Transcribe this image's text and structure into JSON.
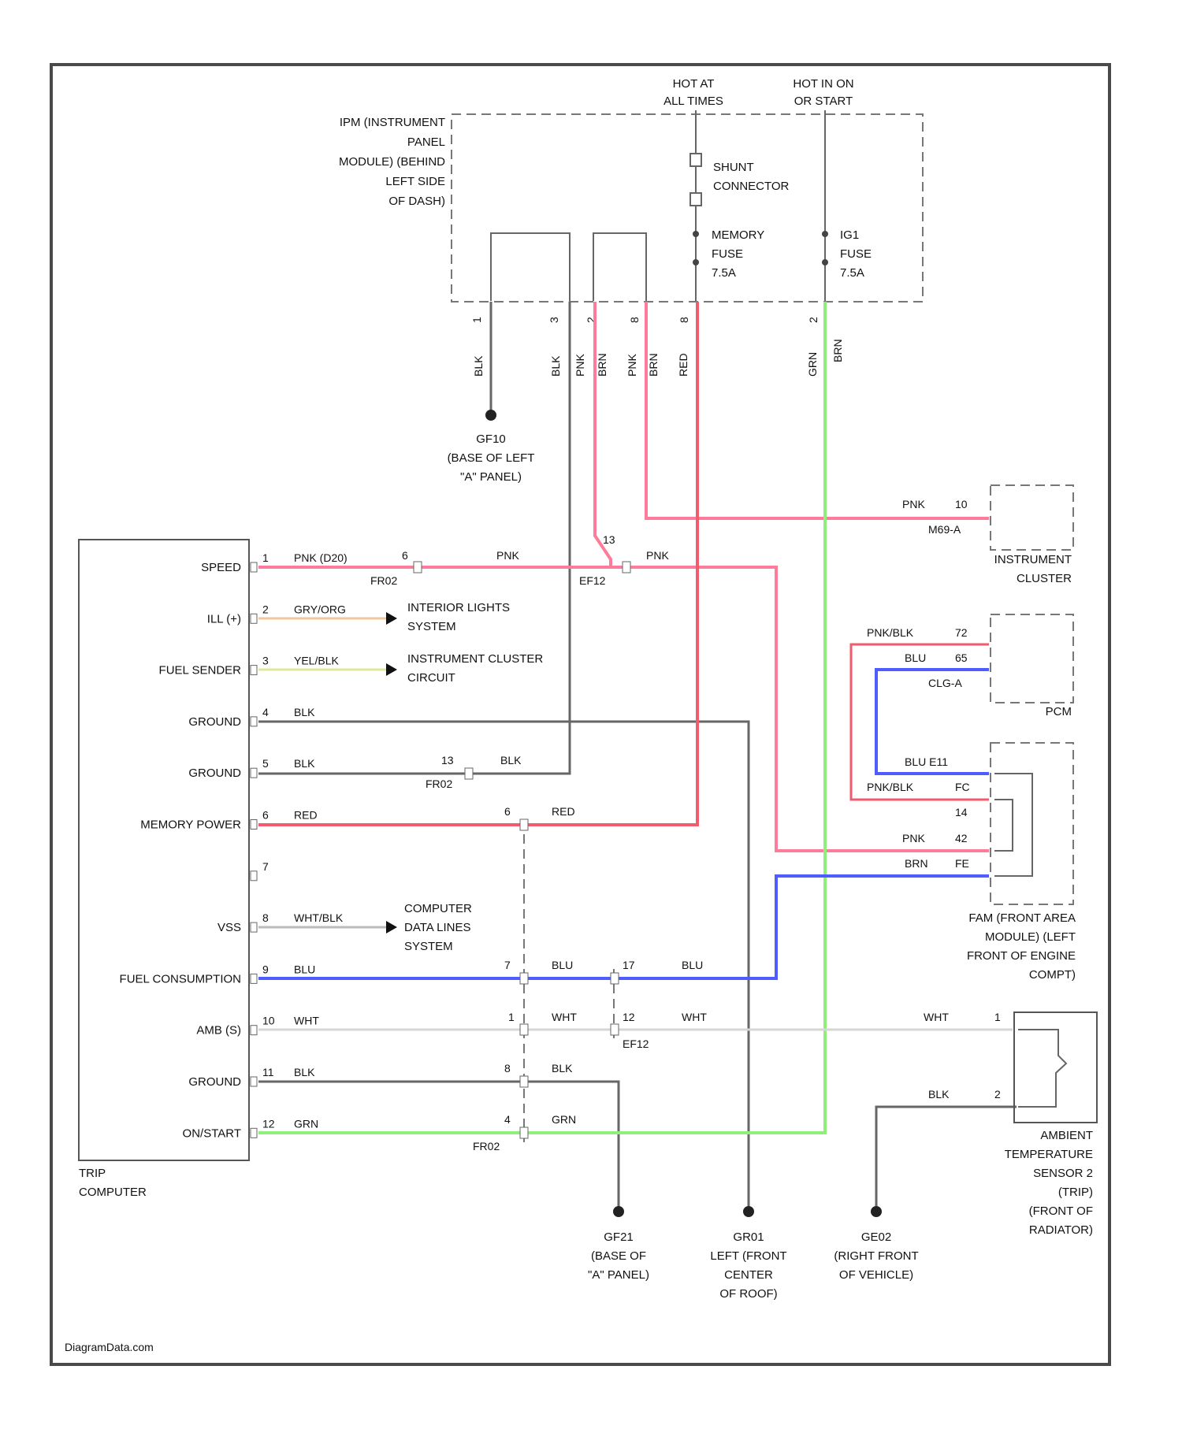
{
  "ipm": {
    "name": [
      "IPM (INSTRUMENT",
      "PANEL",
      "MODULE) (BEHIND",
      "LEFT SIDE",
      "OF DASH)"
    ],
    "hot_at": [
      "HOT AT",
      "ALL TIMES"
    ],
    "hot_in": [
      "HOT IN ON",
      "OR START"
    ],
    "shunt": [
      "SHUNT",
      "CONNECTOR"
    ],
    "memory_fuse": [
      "MEMORY",
      "FUSE",
      "7.5A"
    ],
    "ign_fuse": [
      "IG1",
      "FUSE",
      "7.5A"
    ],
    "pins": [
      "1",
      "3",
      "2",
      "8",
      "8",
      "2"
    ],
    "wires": [
      "BLK",
      "BLK",
      "PNK",
      "BRN",
      "PNK",
      "BRN",
      "RED",
      "GRN",
      "BRN"
    ]
  },
  "grounds": {
    "gf10": [
      "GF10",
      "(BASE OF LEFT",
      "\"A\" PANEL)"
    ],
    "gf21": [
      "GF21",
      "(BASE OF",
      "\"A\" PANEL)"
    ],
    "gr01": [
      "GR01",
      "LEFT (FRONT",
      "CENTER",
      "OF ROOF)"
    ],
    "ge02": [
      "GE02",
      "(RIGHT FRONT",
      "OF VEHICLE)"
    ]
  },
  "trip_computer": {
    "name": [
      "TRIP",
      "COMPUTER"
    ],
    "pins": [
      {
        "label": "SPEED",
        "num": "1",
        "wire": "PNK (D20)"
      },
      {
        "label": "ILL (+)",
        "num": "2",
        "wire": "GRY/ORG"
      },
      {
        "label": "FUEL SENDER",
        "num": "3",
        "wire": "YEL/BLK"
      },
      {
        "label": "GROUND",
        "num": "4",
        "wire": "BLK"
      },
      {
        "label": "GROUND",
        "num": "5",
        "wire": "BLK"
      },
      {
        "label": "MEMORY POWER",
        "num": "6",
        "wire": "RED"
      },
      {
        "label": "",
        "num": "7",
        "wire": ""
      },
      {
        "label": "VSS",
        "num": "8",
        "wire": "WHT/BLK"
      },
      {
        "label": "FUEL CONSUMPTION",
        "num": "9",
        "wire": "BLU"
      },
      {
        "label": "AMB (S)",
        "num": "10",
        "wire": "WHT"
      },
      {
        "label": "GROUND",
        "num": "11",
        "wire": "BLK"
      },
      {
        "label": "ON/START",
        "num": "12",
        "wire": "GRN"
      }
    ]
  },
  "refs": {
    "interior_lights": [
      "INTERIOR LIGHTS",
      "SYSTEM"
    ],
    "instrument_cluster_circuit": [
      "INSTRUMENT CLUSTER",
      "CIRCUIT"
    ],
    "computer_data": [
      "COMPUTER",
      "DATA LINES",
      "SYSTEM"
    ]
  },
  "connectors": {
    "fr02": "FR02",
    "ef12": "EF12",
    "speed_pin": "6",
    "ground_pin": "13",
    "mem_pin": "6",
    "fuel_pin": "7",
    "amb_pin": "1",
    "gnd2_pin": "8",
    "on_pin": "4",
    "ef_fuel_pin": "17",
    "ef_amb_pin": "12",
    "splice_pin": "13",
    "pnk_a": "PNK",
    "pnk_b": "PNK",
    "red2": "RED",
    "blk2": "BLK",
    "blu2": "BLU",
    "blu3": "BLU",
    "wht2": "WHT",
    "wht3": "WHT",
    "blk3": "BLK",
    "grn2": "GRN"
  },
  "instrument_cluster": {
    "name": [
      "INSTRUMENT",
      "CLUSTER"
    ],
    "wire": "PNK",
    "pin": "10",
    "conn": "M69-A"
  },
  "pcm": {
    "name": "PCM",
    "wires": [
      {
        "wire": "PNK/BLK",
        "pin": "72"
      },
      {
        "wire": "BLU",
        "pin": "65"
      }
    ],
    "conn": "CLG-A"
  },
  "fam": {
    "name": [
      "FAM (FRONT AREA",
      "MODULE) (LEFT",
      "FRONT OF ENGINE",
      "COMPT)"
    ],
    "wires": [
      {
        "wire": "BLU E11",
        "pin": ""
      },
      {
        "wire": "PNK/BLK",
        "pin": "FC"
      },
      {
        "wire": "",
        "pin": "14"
      },
      {
        "wire": "PNK",
        "pin": "42"
      },
      {
        "wire": "BRN",
        "pin": "FE"
      }
    ]
  },
  "amb_sensor": {
    "name": [
      "AMBIENT",
      "TEMPERATURE",
      "SENSOR 2",
      "(TRIP)",
      "(FRONT OF",
      "RADIATOR)"
    ],
    "wires": [
      {
        "wire": "WHT",
        "pin": "1"
      },
      {
        "wire": "BLK",
        "pin": "2"
      }
    ]
  },
  "footer": "DiagramData.com",
  "colors": {
    "pnk": "#ff7b9c",
    "red": "#f25a6e",
    "blu": "#4f5cff",
    "grn": "#8ef07a",
    "blk": "#6a6a6a",
    "wht": "#d6d6d6",
    "yel": "#dfe89a",
    "org": "#f1c79f"
  }
}
